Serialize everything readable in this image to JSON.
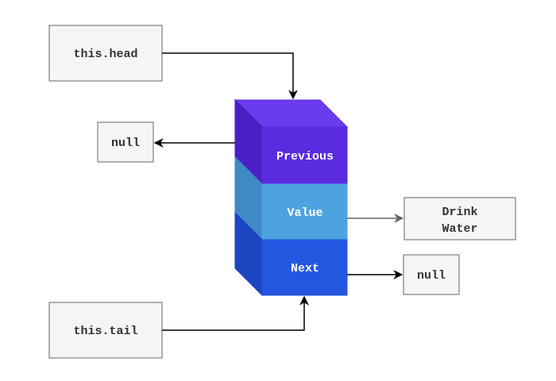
{
  "labels": {
    "head": "this.head",
    "tail": "this.tail",
    "null_left": "null",
    "null_right": "null",
    "value_line1": "Drink",
    "value_line2": "Water",
    "previous": "Previous",
    "value": "Value",
    "next": "Next"
  },
  "colors": {
    "box_fill": "#f5f5f5",
    "box_stroke": "#666666",
    "previous_front": "#5b2be0",
    "previous_side": "#4a1fc4",
    "previous_top": "#6a3bef",
    "value_front": "#4da3e0",
    "value_side": "#3d8ac7",
    "next_front": "#2457e0",
    "next_side": "#1c45c0",
    "arrow_black": "#000000",
    "arrow_gray": "#666666"
  }
}
